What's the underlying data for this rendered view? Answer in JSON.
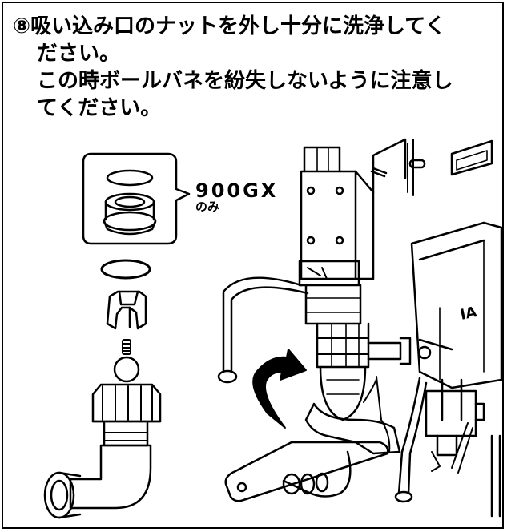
{
  "instruction": {
    "step_number": "⑧",
    "line1": "吸い込み口のナットを外し十分に洗浄してく",
    "line2": "ださい。",
    "line3": "この時ボールバネを紛失しないように注意し",
    "line4": "てください。"
  },
  "callout": {
    "model": "900GX",
    "note": "のみ"
  },
  "colors": {
    "ink": "#000000",
    "paper": "#ffffff"
  }
}
